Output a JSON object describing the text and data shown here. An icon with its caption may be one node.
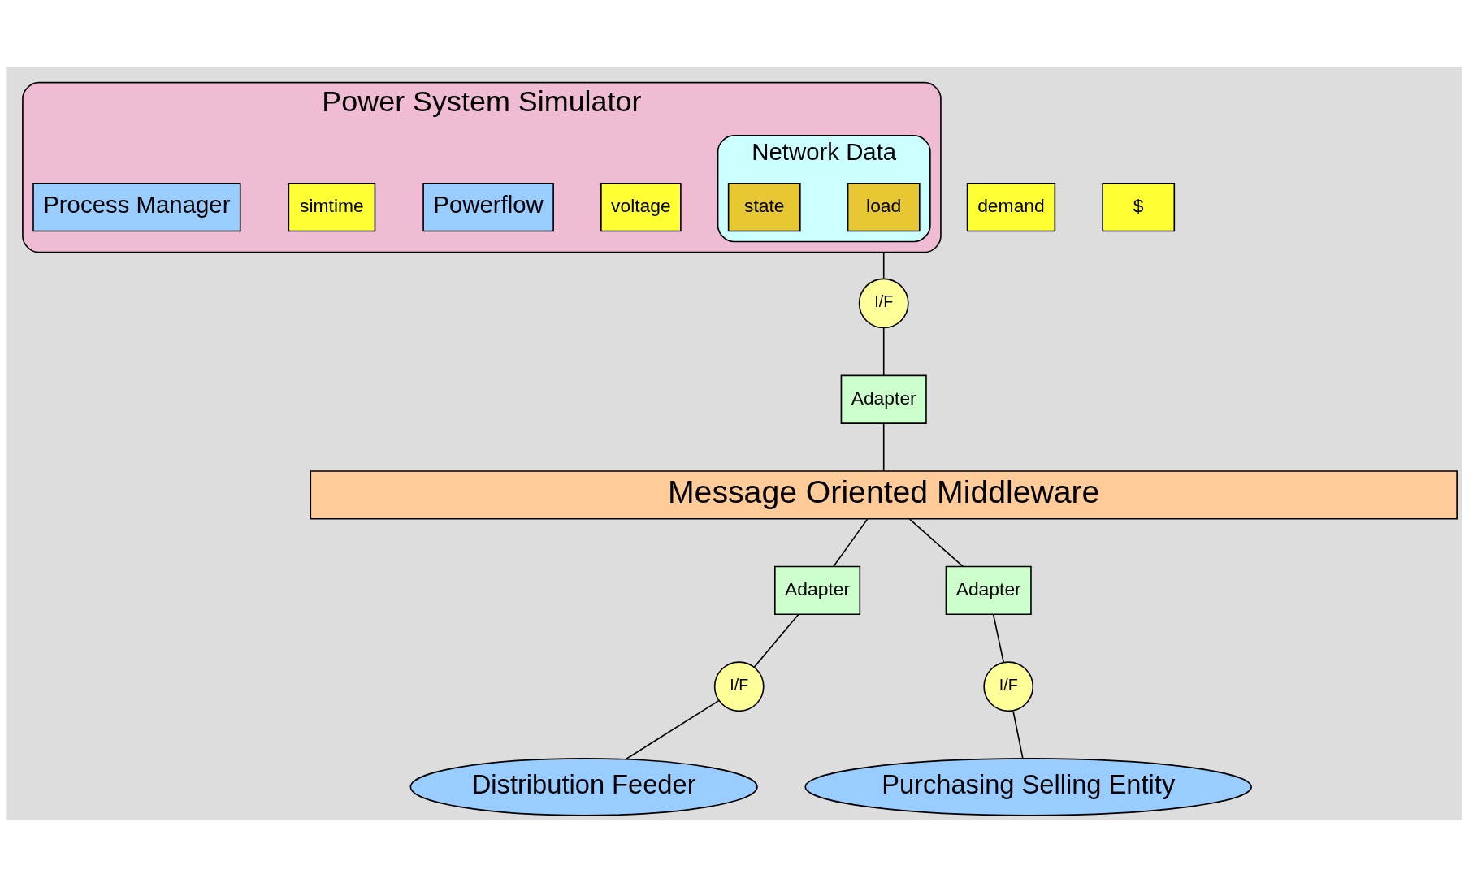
{
  "diagram": {
    "nodes": [
      {
        "text": [
          "Power System Simulator"
        ]
      },
      {
        "text": [
          "Network Data"
        ],
        "in": 0
      },
      {
        "text": [
          "load"
        ],
        "in": 1
      },
      {
        "text": [
          "state"
        ],
        "in": 1
      },
      {
        "text": [
          "voltage"
        ],
        "in": 0
      },
      {
        "text": [
          "Powerflow"
        ],
        "in": 0
      },
      {
        "text": [
          "simtime"
        ],
        "in": 0
      },
      {
        "text": [
          "Process Manager"
        ],
        "in": 0
      },
      {
        "text": [
          "I/F"
        ]
      },
      {
        "text": [
          "Adapter"
        ]
      },
      {
        "text": [
          "Message Oriented Middleware"
        ]
      },
      {
        "text": [
          "Adapter"
        ]
      },
      {
        "text": [
          "I/F"
        ]
      },
      {
        "text": [
          "Distribution Feeder"
        ]
      },
      {
        "text": [
          "demand"
        ]
      },
      {
        "text": [
          "Adapter"
        ]
      },
      {
        "text": [
          "I/F"
        ]
      },
      {
        "text": [
          "Purchasing Selling Entity"
        ]
      },
      {
        "text": [
          "$"
        ]
      }
    ],
    "edges": [
      {
        "from": 0,
        "to": 8,
        "arrow": "none"
      },
      {
        "from": 8,
        "to": 9,
        "arrow": "none"
      },
      {
        "from": 9,
        "to": 10,
        "arrow": "none"
      },
      {
        "from": 10,
        "to": 11,
        "arrow": "none"
      },
      {
        "from": 11,
        "to": 12,
        "arrow": "none"
      },
      {
        "from": 12,
        "to": 13,
        "arrow": "none"
      },
      {
        "from": 10,
        "to": 15,
        "arrow": "none"
      },
      {
        "from": 15,
        "to": 16,
        "arrow": "none"
      },
      {
        "from": 16,
        "to": 17,
        "arrow": "none"
      }
    ]
  }
}
